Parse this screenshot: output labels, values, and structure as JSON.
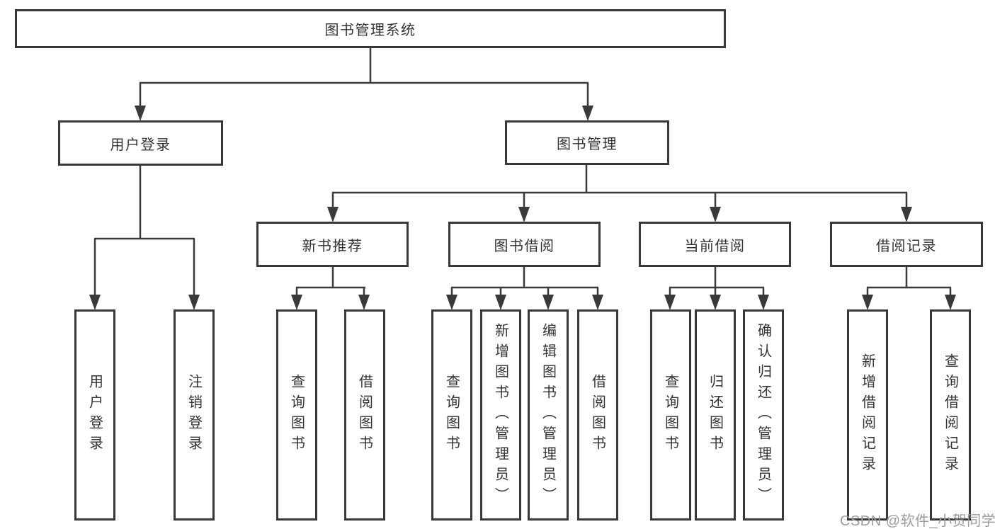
{
  "diagram": {
    "root": "图书管理系统",
    "level2": [
      "用户登录",
      "图书管理"
    ],
    "level3": [
      "新书推荐",
      "图书借阅",
      "当前借阅",
      "借阅记录"
    ],
    "leaves": {
      "user_login": [
        "用户登录",
        "注销登录"
      ],
      "new_book": [
        "查询图书",
        "借阅图书"
      ],
      "book_borrow": [
        "查询图书",
        "新增图书（管理员）",
        "编辑图书（管理员）",
        "借阅图书"
      ],
      "current_borrow": [
        "查询图书",
        "归还图书",
        "确认归还（管理员）"
      ],
      "borrow_record": [
        "新增借阅记录",
        "查询借阅记录"
      ]
    }
  },
  "watermark": "CSDN @软件_小贺同学",
  "colors": {
    "line": "#3a3a3a",
    "border": "#383838",
    "text": "#333333",
    "background": "#ffffff",
    "watermark": "#9c9c9c"
  }
}
